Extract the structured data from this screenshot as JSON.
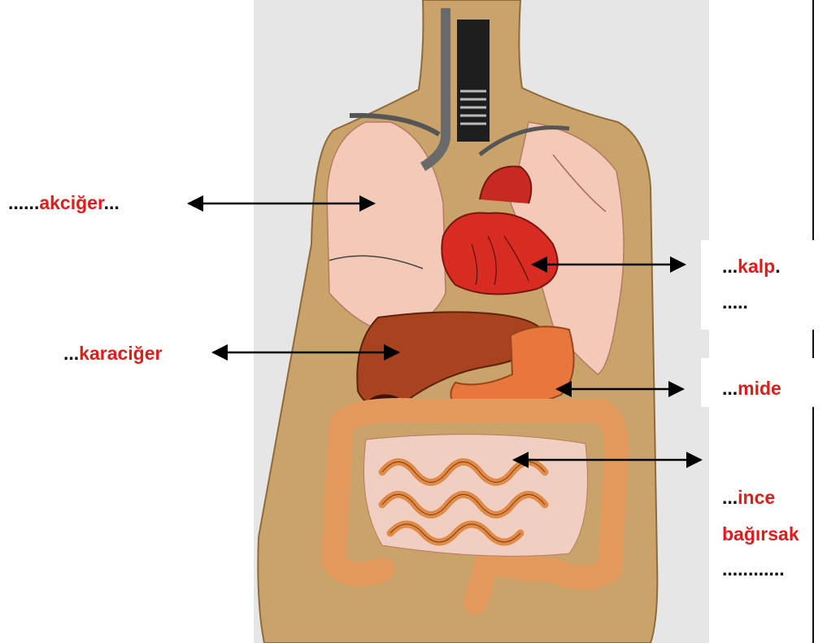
{
  "labels": {
    "lung": {
      "pre": "......",
      "word": "akciğer",
      "post": "..."
    },
    "heart": {
      "pre": "...",
      "word": "kalp",
      "post": ".",
      "extra": "....."
    },
    "liver": {
      "pre": "...",
      "word": "karaciğer",
      "post": ""
    },
    "stomach": {
      "pre": "...",
      "word": "mide",
      "post": ""
    },
    "intestine": {
      "pre": "...",
      "word1": "ince",
      "word2": "bağırsak",
      "extra": "............"
    }
  },
  "colors": {
    "label_red": "#e21b1b",
    "background": "#e6e6e6",
    "skin": "#c9a36a",
    "lung": "#f3c9b8",
    "heart": "#d82b22",
    "liver": "#a8421f",
    "stomach": "#e7773c",
    "intestine": "#e39a5c"
  }
}
